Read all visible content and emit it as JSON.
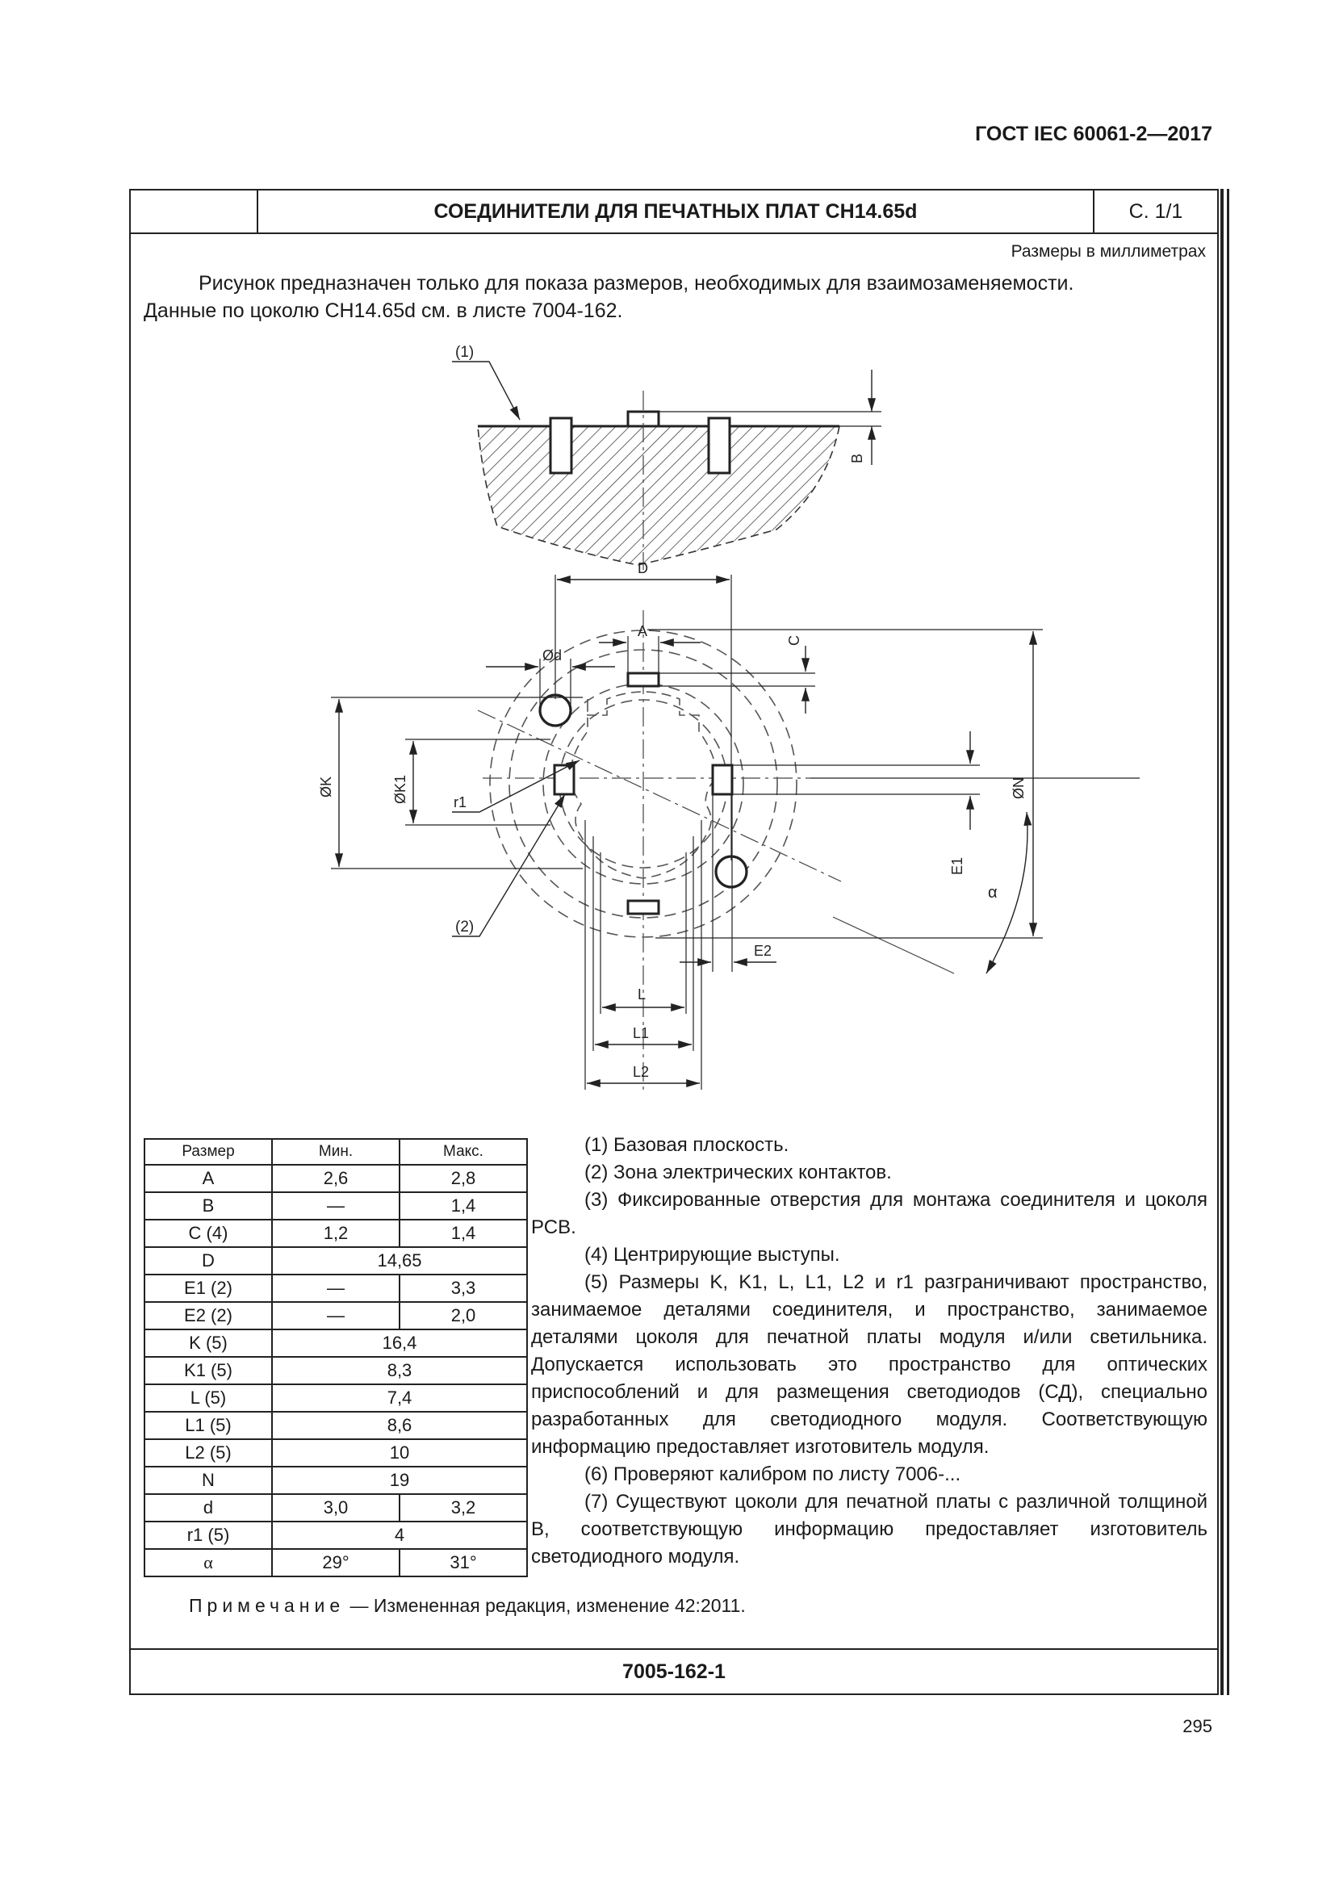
{
  "std_code": "ГОСТ IEC 60061-2—2017",
  "header": {
    "title": "СОЕДИНИТЕЛИ ДЛЯ ПЕЧАТНЫХ ПЛАТ СН14.65d",
    "page": "С. 1/1"
  },
  "units": "Размеры в миллиметрах",
  "intro": {
    "line1": "Рисунок предназначен только для показа размеров, необходимых для взаимозаменяемости.",
    "line2": "Данные по цоколю СН14.65d см. в листе 7004-162."
  },
  "drawing_labels": {
    "callout1": "(1)",
    "callout2": "(2)",
    "B": "B",
    "D": "D",
    "A": "A",
    "d": "Ød",
    "C": "C",
    "K": "ØK",
    "K1": "ØK1",
    "N": "ØN",
    "r1": "r1",
    "E1": "E1",
    "E2": "E2",
    "L": "L",
    "L1": "L1",
    "L2": "L2",
    "alpha": "α"
  },
  "table": {
    "headers": [
      "Размер",
      "Мин.",
      "Макс."
    ],
    "rows": [
      {
        "name": "A",
        "min": "2,6",
        "max": "2,8"
      },
      {
        "name": "B",
        "min": "—",
        "max": "1,4"
      },
      {
        "name": "C (4)",
        "min": "1,2",
        "max": "1,4"
      },
      {
        "name": "D",
        "single": "14,65"
      },
      {
        "name": "E1 (2)",
        "min": "—",
        "max": "3,3"
      },
      {
        "name": "E2 (2)",
        "min": "—",
        "max": "2,0"
      },
      {
        "name": "K (5)",
        "single": "16,4"
      },
      {
        "name": "K1 (5)",
        "single": "8,3"
      },
      {
        "name": "L (5)",
        "single": "7,4"
      },
      {
        "name": "L1 (5)",
        "single": "8,6"
      },
      {
        "name": "L2 (5)",
        "single": "10"
      },
      {
        "name": "N",
        "single": "19"
      },
      {
        "name": "d",
        "min": "3,0",
        "max": "3,2"
      },
      {
        "name": "r1 (5)",
        "single": "4"
      },
      {
        "name": "α",
        "min": "29°",
        "max": "31°"
      }
    ]
  },
  "notes": [
    "(1) Базовая плоскость.",
    "(2) Зона электрических контактов.",
    "(3) Фиксированные отверстия для монтажа соединителя и цоколя РСВ.",
    "(4) Центрирующие выступы.",
    "(5) Размеры K, K1, L, L1, L2 и r1 разграничивают пространство, занимаемое деталями соединителя, и пространство, занимаемое деталями цоколя для печатной платы модуля и/или светильника. Допускается использовать это пространство для оптических приспособлений и для размещения светодиодов (СД), специально разработанных для светодиодного модуля. Соответствующую информацию предоставляет изготовитель модуля.",
    "(6) Проверяют калибром по листу 7006-...",
    "(7) Существуют цоколи для печатной платы с различной толщиной B, соответствующую информацию предоставляет изготовитель светодиодного модуля."
  ],
  "remark": {
    "label": "Примечание",
    "dash": " — ",
    "text": "Измененная редакция, изменение 42:2011."
  },
  "footer": "7005-162-1",
  "page_number": "295"
}
